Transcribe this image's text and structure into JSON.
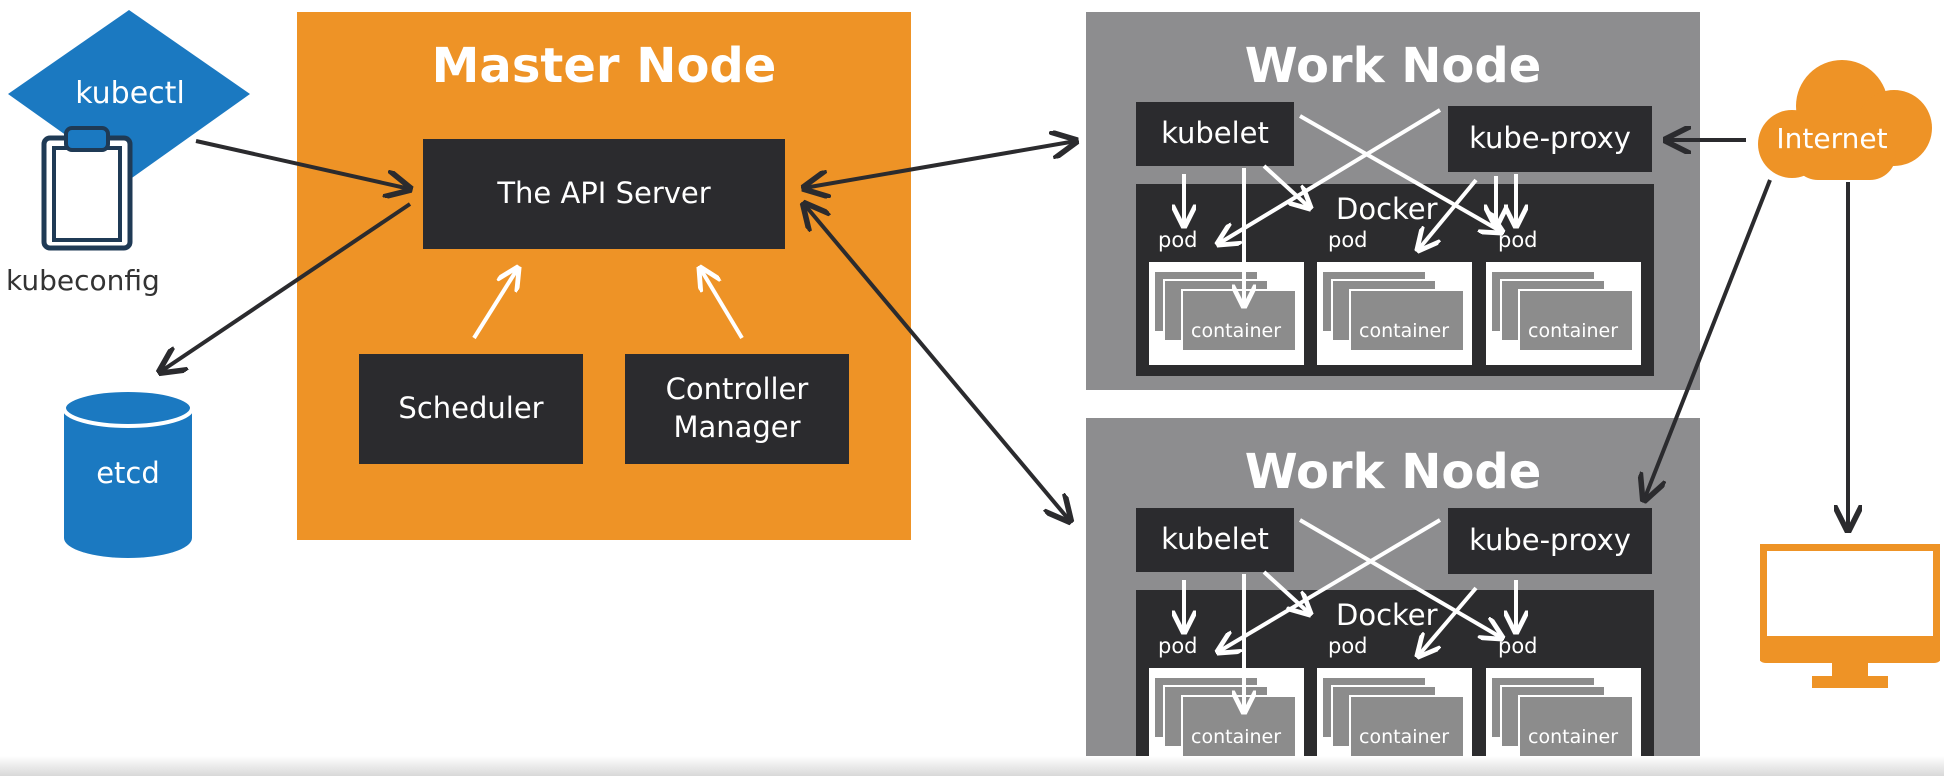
{
  "master": {
    "title": "Master Node",
    "api_server": "The API Server",
    "scheduler": "Scheduler",
    "controller_manager": "Controller\nManager"
  },
  "client": {
    "kubectl": "kubectl",
    "kubeconfig": "kubeconfig",
    "etcd": "etcd"
  },
  "workers": [
    {
      "title": "Work Node",
      "kubelet": "kubelet",
      "kube_proxy": "kube-proxy",
      "engine": "Docker",
      "pods": [
        {
          "label": "pod",
          "container": "container"
        },
        {
          "label": "pod",
          "container": "container"
        },
        {
          "label": "pod",
          "container": "container"
        }
      ]
    },
    {
      "title": "Work Node",
      "kubelet": "kubelet",
      "kube_proxy": "kube-proxy",
      "engine": "Docker",
      "pods": [
        {
          "label": "pod",
          "container": "container"
        },
        {
          "label": "pod",
          "container": "container"
        },
        {
          "label": "pod",
          "container": "container"
        }
      ]
    }
  ],
  "internet": {
    "label": "Internet"
  },
  "colors": {
    "orange": "#ee9326",
    "blue": "#1b79c1",
    "dark": "#2b2b2e",
    "gray": "#8d8d8f"
  }
}
